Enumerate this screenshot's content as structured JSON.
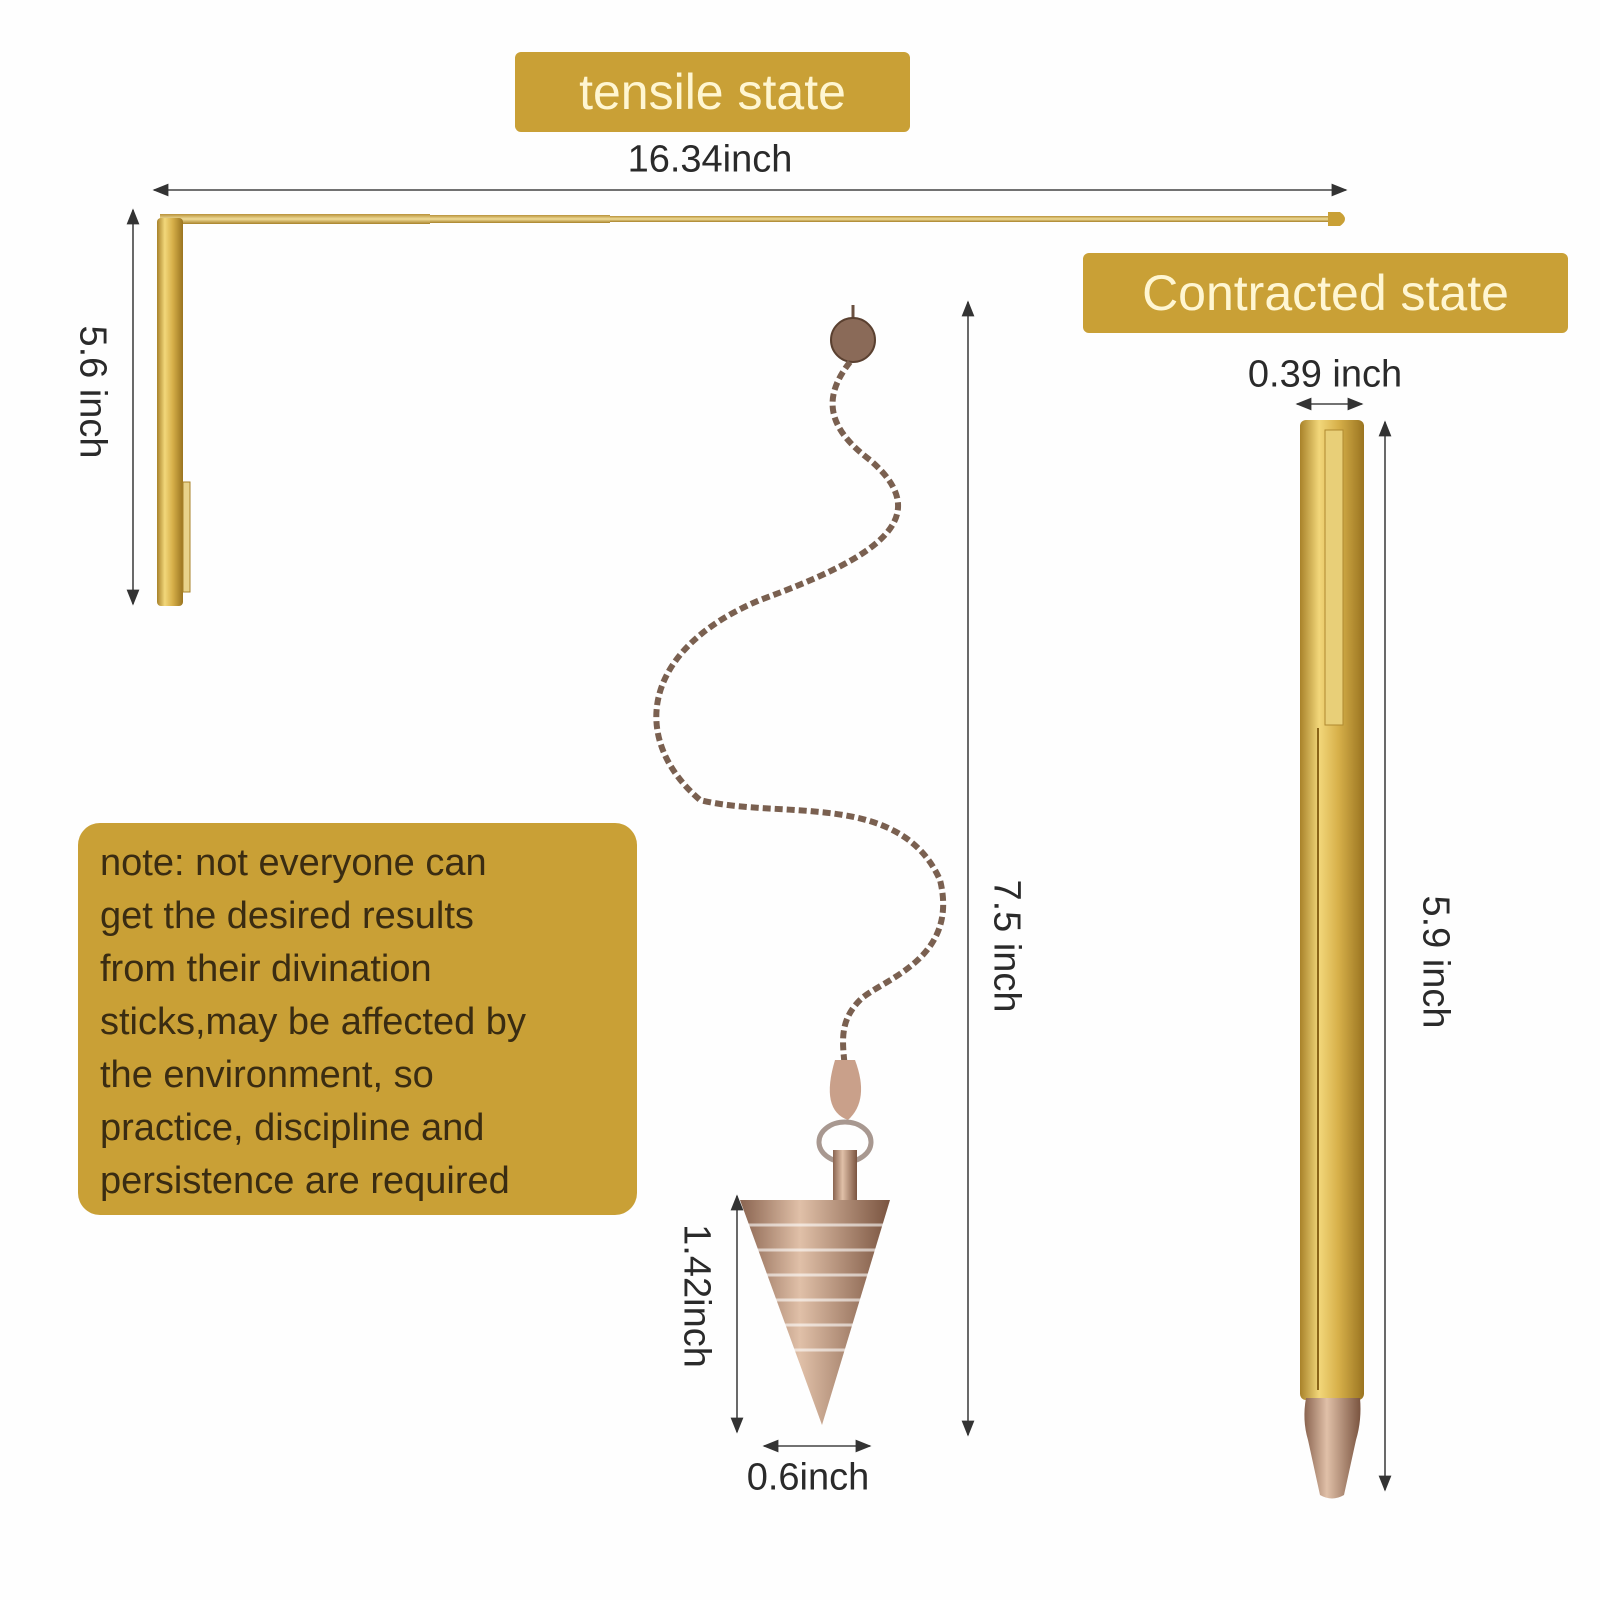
{
  "tensile": {
    "badge": "tensile state",
    "length": "16.34inch",
    "height": "5.6 inch"
  },
  "contracted": {
    "badge": "Contracted state",
    "width": "0.39 inch",
    "length": "5.9 inch"
  },
  "pendulum": {
    "length": "7.5 inch",
    "tip_length": "1.42inch",
    "tip_width": "0.6inch"
  },
  "note": {
    "lines": [
      "note: not everyone can",
      "get the desired results",
      "from their divination",
      "sticks,may be affected by",
      "the environment, so",
      "practice, discipline and",
      "persistence are required"
    ]
  },
  "colors": {
    "badge": "#c9a036",
    "badge_text": "#fff6d2",
    "gold": "#d4b04a",
    "copper": "#b08a70"
  }
}
